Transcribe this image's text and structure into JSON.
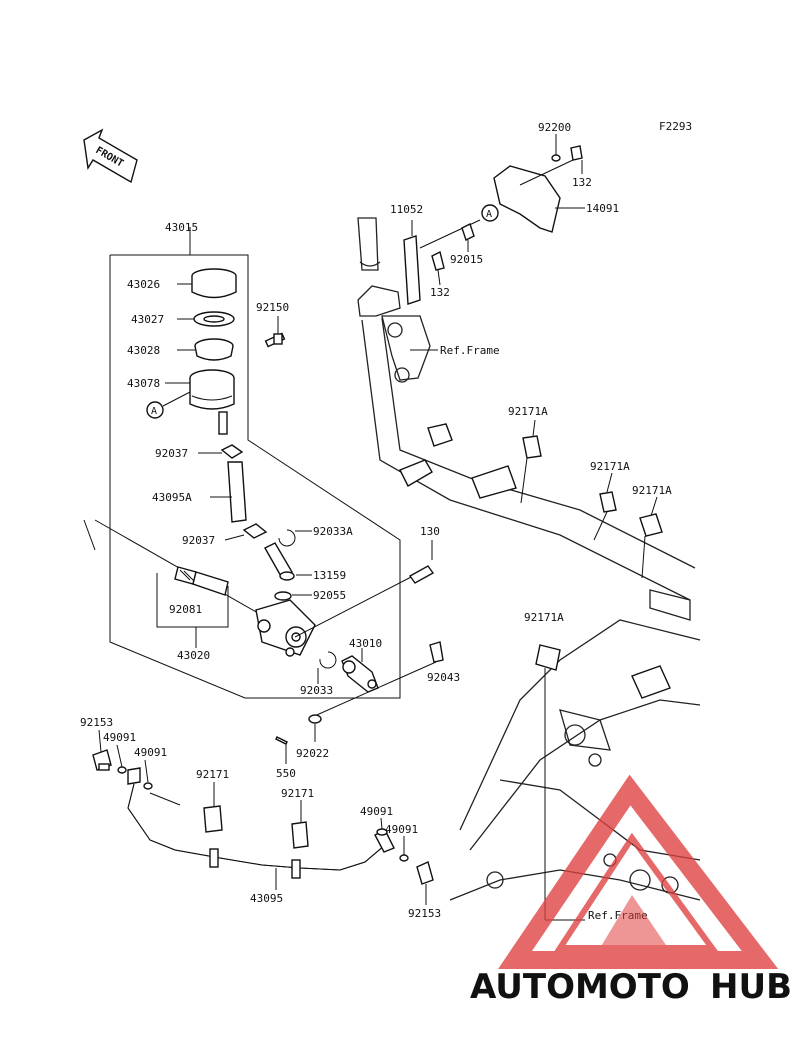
{
  "figure_code": "F2293",
  "front_label": "FRONT",
  "ref_frame_label": "Ref.Frame",
  "callout_a": "A",
  "parts": [
    "92200",
    "132",
    "14091",
    "11052",
    "92015",
    "132",
    "43015",
    "43026",
    "43027",
    "43028",
    "92150",
    "43078",
    "92037",
    "43095A",
    "92033A",
    "92037",
    "13159",
    "92055",
    "92081",
    "43020",
    "130",
    "43010",
    "92033",
    "92043",
    "92022",
    "550",
    "92153",
    "49091",
    "49091",
    "92171",
    "92171",
    "49091",
    "49091",
    "92153",
    "43095",
    "92171A",
    "92171A",
    "92171A",
    "92171A"
  ],
  "watermark": {
    "part1": "AUTOMOTO",
    "part2": "HUB",
    "color1": "#f0a25e",
    "color2": "#8a8a8a",
    "triangle_color": "#e04040"
  }
}
